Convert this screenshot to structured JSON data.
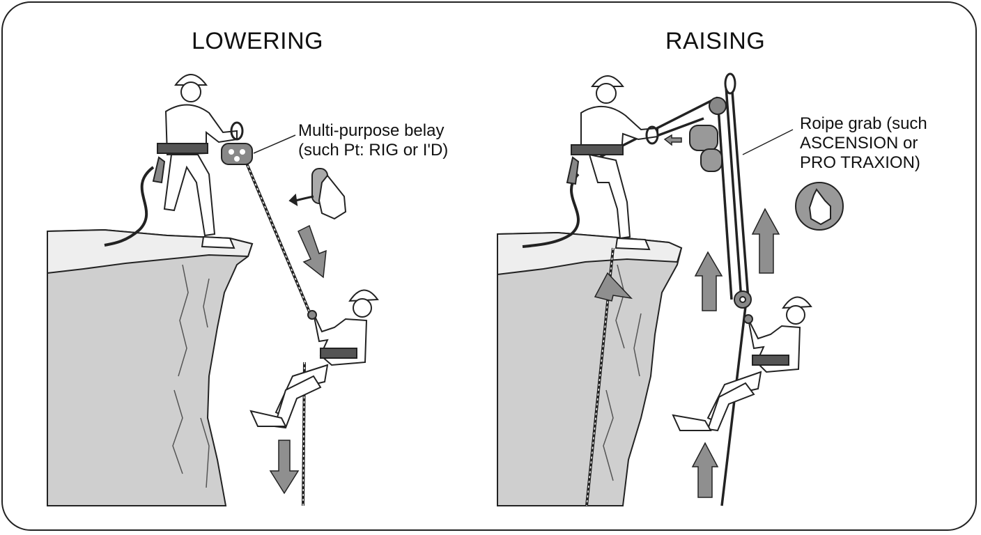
{
  "panels": {
    "left": {
      "title": "LOWERING",
      "callout_line1": "Multi-purpose belay",
      "callout_line2": "(such Pt: RIG or I'D)"
    },
    "right": {
      "title": "RAISING",
      "callout_line1": "Roipe grab (such",
      "callout_line2": "ASCENSION or",
      "callout_line3": "PRO TRAXION)"
    }
  },
  "colors": {
    "rock": "#cfcfcf",
    "rock_top": "#eeeeee",
    "arrow": "#8f8f8f",
    "line": "#222222"
  },
  "icons": [
    "hand-press-lever-icon",
    "finger-press-button-icon"
  ]
}
